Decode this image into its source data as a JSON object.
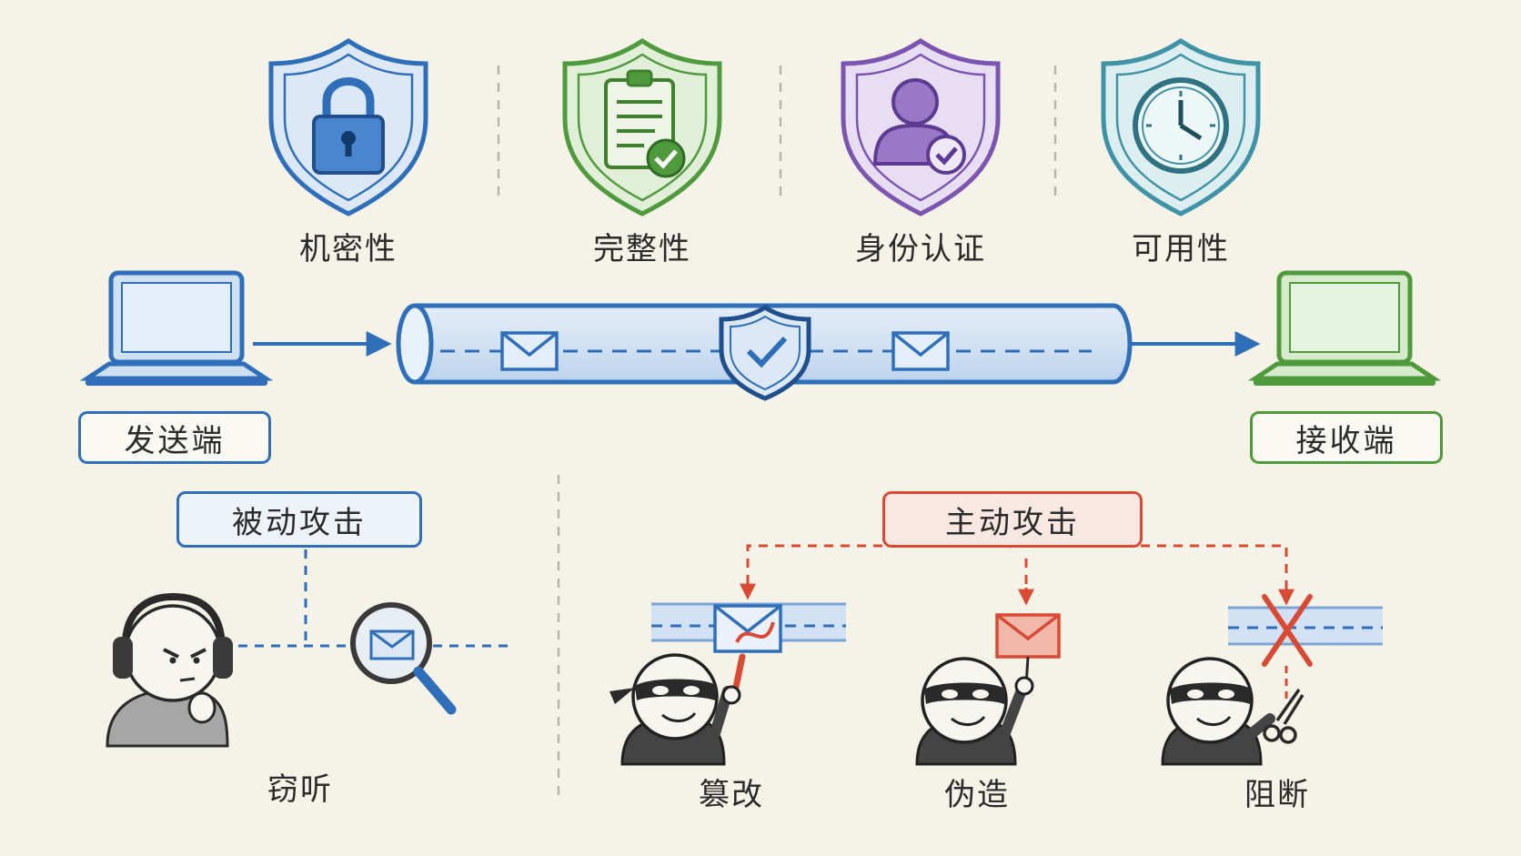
{
  "pillars": [
    {
      "label": "机密性",
      "icon": "lock-icon",
      "color": "#2f6fba"
    },
    {
      "label": "完整性",
      "icon": "clipboard-check-icon",
      "color": "#4f9a3c"
    },
    {
      "label": "身份认证",
      "icon": "user-check-icon",
      "color": "#7b55b0"
    },
    {
      "label": "可用性",
      "icon": "clock-icon",
      "color": "#3f93a6"
    }
  ],
  "channel": {
    "sender_label": "发送端",
    "receiver_label": "接收端"
  },
  "passive": {
    "title": "被动攻击",
    "attacks": [
      {
        "label": "窃听"
      }
    ]
  },
  "active": {
    "title": "主动攻击",
    "attacks": [
      {
        "label": "篡改"
      },
      {
        "label": "伪造"
      },
      {
        "label": "阻断"
      }
    ]
  },
  "colors": {
    "blue": "#2f6fba",
    "green": "#4f9a3c",
    "purple": "#7b55b0",
    "teal": "#3f93a6",
    "red": "#d94a35"
  }
}
